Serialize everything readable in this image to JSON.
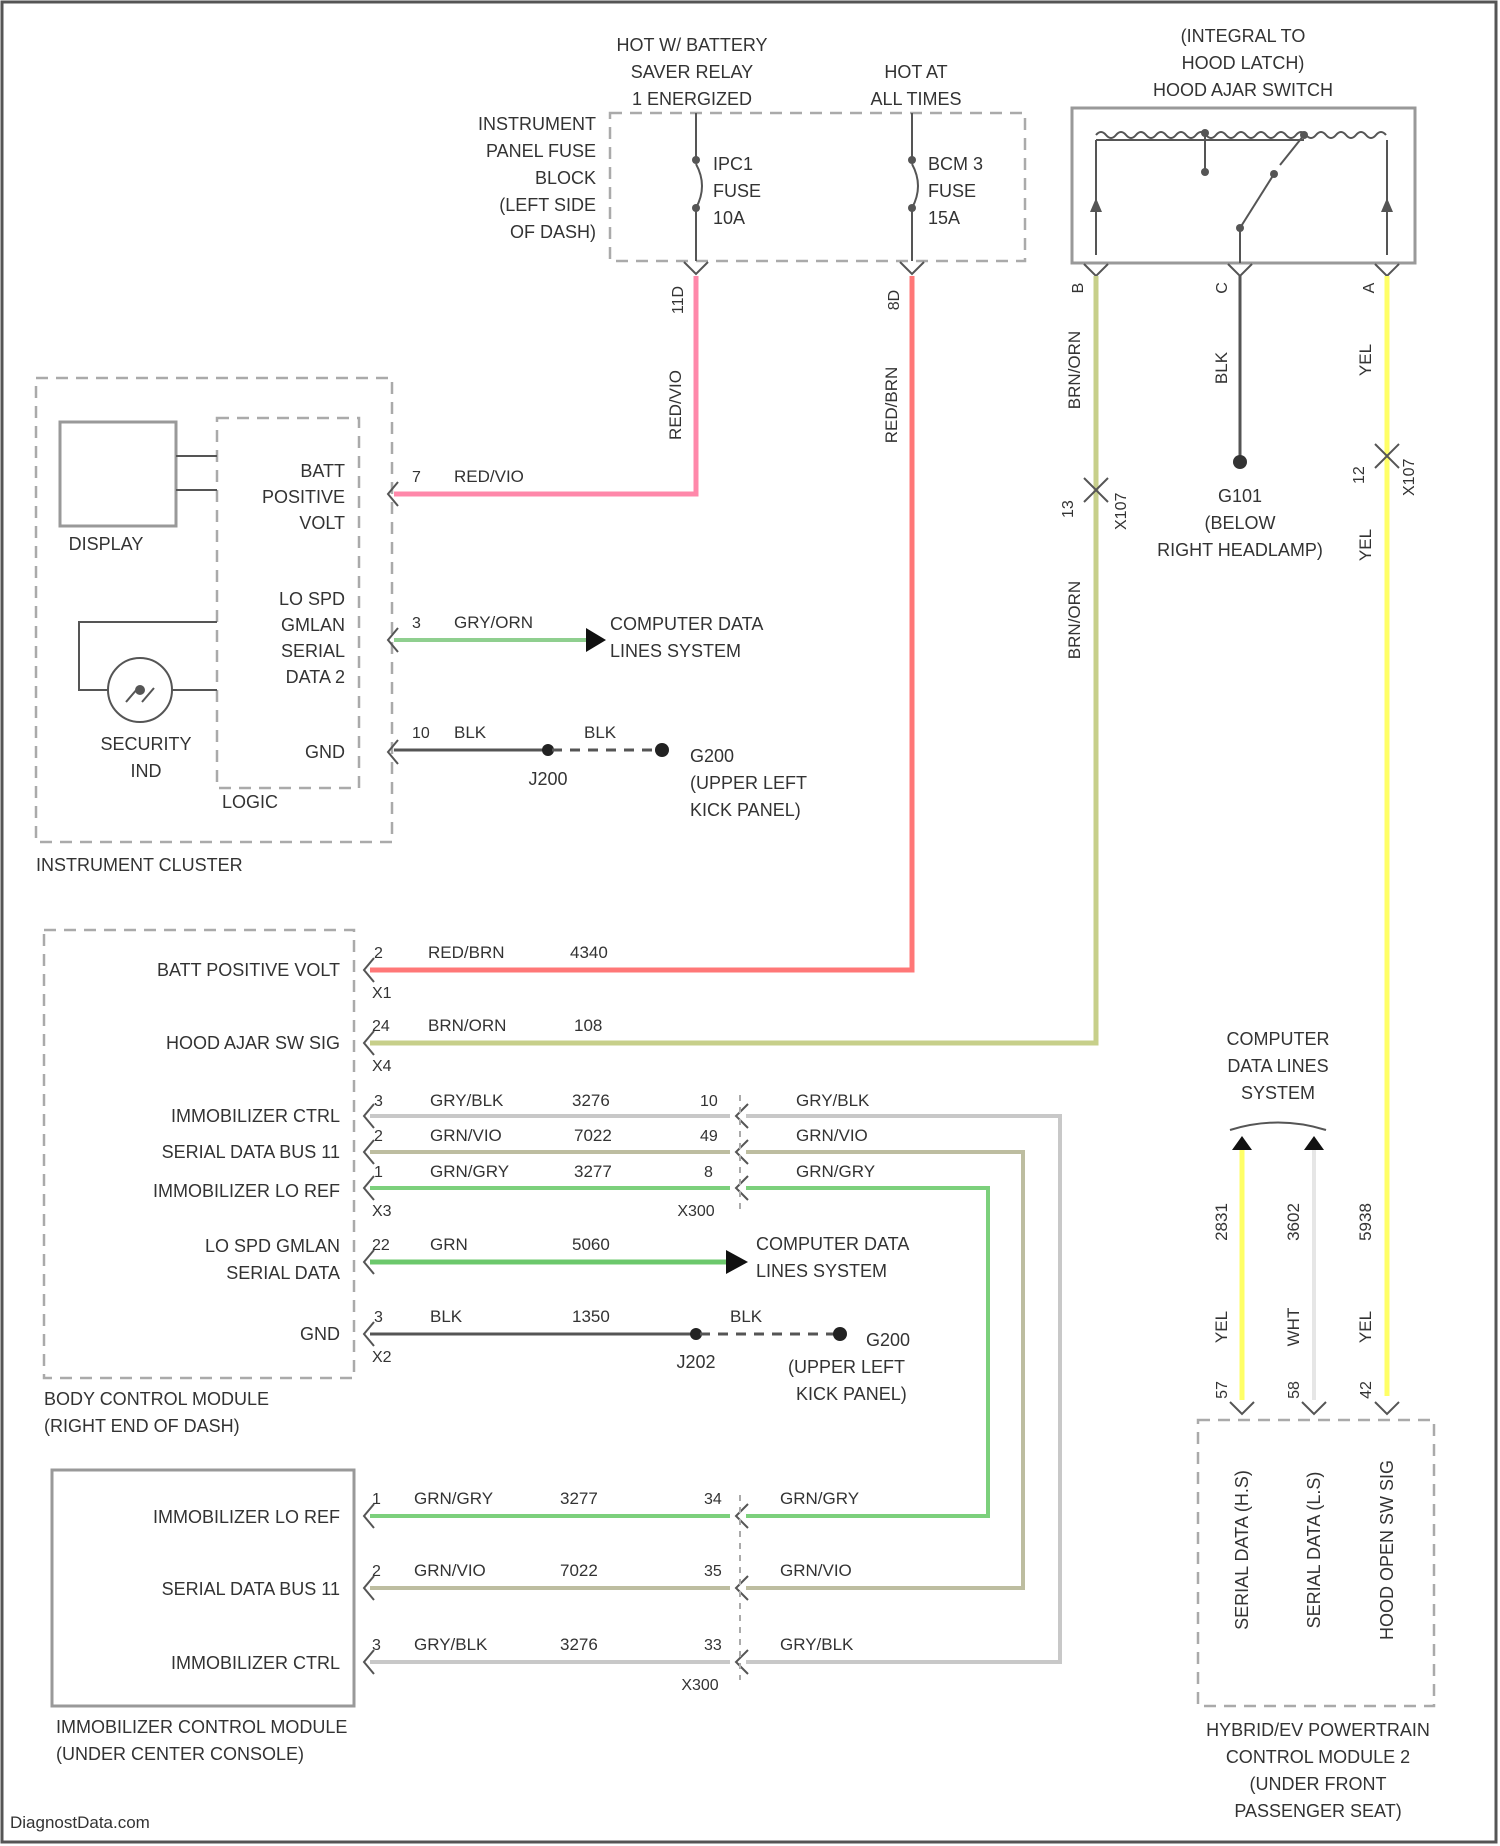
{
  "fuse_block": {
    "label": [
      "INSTRUMENT",
      "PANEL FUSE",
      "BLOCK",
      "(LEFT SIDE",
      "OF DASH)"
    ],
    "hot_relay": [
      "HOT W/ BATTERY",
      "SAVER RELAY",
      "1 ENERGIZED"
    ],
    "hot_all": [
      "HOT AT",
      "ALL TIMES"
    ],
    "fuse1": [
      "IPC1",
      "FUSE",
      "10A"
    ],
    "fuse2": [
      "BCM 3",
      "FUSE",
      "15A"
    ],
    "fuse1_pin": "11D",
    "fuse2_pin": "8D"
  },
  "hood_switch": {
    "title": [
      "(INTEGRAL TO",
      "HOOD LATCH)",
      "HOOD AJAR SWITCH"
    ],
    "pins": [
      "B",
      "C",
      "A"
    ],
    "ground_label": [
      "G101",
      "(BELOW",
      "RIGHT HEADLAMP)"
    ],
    "ground_wire": "BLK"
  },
  "instrument_cluster": {
    "title": "INSTRUMENT CLUSTER",
    "display": "DISPLAY",
    "security": [
      "SECURITY",
      "IND"
    ],
    "logic": "LOGIC",
    "pins": [
      {
        "label": [
          "BATT",
          "POSITIVE",
          "VOLT"
        ],
        "pin": "7",
        "wire": "RED/VIO"
      },
      {
        "label": [
          "LO SPD",
          "GMLAN",
          "SERIAL",
          "DATA 2"
        ],
        "pin": "3",
        "wire": "GRY/ORN"
      },
      {
        "label": [
          "GND"
        ],
        "pin": "10",
        "wire": "BLK"
      }
    ],
    "data_lines": [
      "COMPUTER DATA",
      "LINES SYSTEM"
    ],
    "ground_splice": "J200",
    "ground_label": [
      "G200",
      "(UPPER LEFT",
      "KICK PANEL)"
    ]
  },
  "bcm": {
    "title": [
      "BODY CONTROL MODULE",
      "(RIGHT END OF DASH)"
    ],
    "pins": [
      {
        "label": "BATT POSITIVE VOLT",
        "pin": "2",
        "wire": "RED/BRN",
        "circuit": "4340",
        "conn": "X1"
      },
      {
        "label": "HOOD AJAR SW SIG",
        "pin": "24",
        "wire": "BRN/ORN",
        "circuit": "108",
        "conn": "X4"
      },
      {
        "label": "IMMOBILIZER CTRL",
        "pin": "3",
        "wire": "GRY/BLK",
        "circuit": "3276",
        "x300_pin": "10",
        "wire2": "GRY/BLK"
      },
      {
        "label": "SERIAL DATA BUS 11",
        "pin": "2",
        "wire": "GRN/VIO",
        "circuit": "7022",
        "x300_pin": "49",
        "wire2": "GRN/VIO"
      },
      {
        "label": "IMMOBILIZER LO REF",
        "pin": "1",
        "wire": "GRN/GRY",
        "circuit": "3277",
        "x300_pin": "8",
        "wire2": "GRN/GRY",
        "conn": "X3"
      },
      {
        "label": "LO SPD GMLAN SERIAL DATA",
        "label_lines": [
          "LO SPD GMLAN",
          "SERIAL DATA"
        ],
        "pin": "22",
        "wire": "GRN",
        "circuit": "5060"
      },
      {
        "label": "GND",
        "pin": "3",
        "wire": "BLK",
        "circuit": "1350",
        "conn": "X2"
      }
    ],
    "x300": "X300",
    "data_lines": [
      "COMPUTER DATA",
      "LINES SYSTEM"
    ],
    "ground_splice": "J202",
    "ground_wire": "BLK",
    "ground_label": [
      "G200",
      "(UPPER LEFT",
      "KICK PANEL)"
    ]
  },
  "immobilizer": {
    "title": [
      "IMMOBILIZER CONTROL MODULE",
      "(UNDER CENTER CONSOLE)"
    ],
    "pins": [
      {
        "label": "IMMOBILIZER LO REF",
        "pin": "1",
        "wire": "GRN/GRY",
        "circuit": "3277",
        "x300_pin": "34",
        "wire2": "GRN/GRY"
      },
      {
        "label": "SERIAL DATA BUS 11",
        "pin": "2",
        "wire": "GRN/VIO",
        "circuit": "7022",
        "x300_pin": "35",
        "wire2": "GRN/VIO"
      },
      {
        "label": "IMMOBILIZER CTRL",
        "pin": "3",
        "wire": "GRY/BLK",
        "circuit": "3276",
        "x300_pin": "33",
        "wire2": "GRY/BLK"
      }
    ],
    "x300": "X300"
  },
  "pcm2": {
    "title": [
      "HYBRID/EV POWERTRAIN",
      "CONTROL MODULE 2",
      "(UNDER FRONT",
      "PASSENGER SEAT)"
    ],
    "data_lines": [
      "COMPUTER",
      "DATA LINES",
      "SYSTEM"
    ],
    "pins": [
      {
        "label": "SERIAL DATA (H.S)",
        "pin": "57",
        "wire": "YEL",
        "circuit": "2831"
      },
      {
        "label": "SERIAL DATA (L.S)",
        "pin": "58",
        "wire": "WHT",
        "circuit": "3602"
      },
      {
        "label": "HOOD OPEN SW SIG",
        "pin": "42",
        "wire": "YEL",
        "circuit": "5938"
      }
    ]
  },
  "vertical_wires": {
    "red_vio": "RED/VIO",
    "red_brn": "RED/BRN",
    "brn_orn": "BRN/ORN",
    "blk": "BLK",
    "yel": "YEL",
    "x107": "X107",
    "x107_pin_left": "13",
    "x107_pin_right": "12"
  },
  "colors": {
    "red_vio": "#ff88aa",
    "red_brn": "#ff7777",
    "brn_orn": "#c7cf8a",
    "gry_orn": "#8fcf8f",
    "grn": "#6cc86c",
    "grn_gry": "#7cd07c",
    "grn_vio": "#bdbda0",
    "gry_blk": "#c8c8c8",
    "yel": "#ffff66",
    "wht": "#e6e6e6",
    "blk": "#555555"
  },
  "credit": "DiagnostData.com"
}
